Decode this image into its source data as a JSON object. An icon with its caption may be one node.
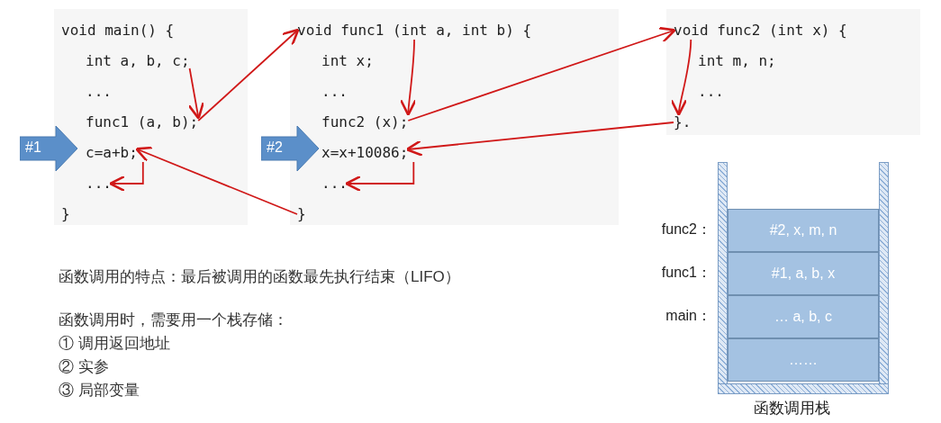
{
  "diagram": {
    "nodes": [
      {
        "text": [],
        "shape": "box"
      },
      {
        "text": [
          "void main() {"
        ],
        "in": 0
      },
      {
        "text": [
          "int a, b, c;"
        ],
        "in": 0
      },
      {
        "text": [
          "..."
        ],
        "in": 0
      },
      {
        "text": [
          "func1 (a, b);"
        ],
        "in": 0
      },
      {
        "text": [
          "c=a+b;"
        ],
        "in": 0
      },
      {
        "text": [
          "..."
        ],
        "in": 0
      },
      {
        "text": [
          "}"
        ],
        "in": 0
      },
      {
        "text": [
          "#1"
        ]
      },
      {
        "text": [],
        "shape": "box"
      },
      {
        "text": [
          "void func1 (int a, int b) {"
        ],
        "in": 9
      },
      {
        "text": [
          "int x;"
        ],
        "in": 9
      },
      {
        "text": [
          "..."
        ],
        "in": 9
      },
      {
        "text": [
          "func2 (x);"
        ],
        "in": 9
      },
      {
        "text": [
          "x=x+10086;"
        ],
        "in": 9
      },
      {
        "text": [
          "..."
        ],
        "in": 9
      },
      {
        "text": [
          "}"
        ],
        "in": 9
      },
      {
        "text": [
          "#2"
        ]
      },
      {
        "text": [],
        "shape": "box"
      },
      {
        "text": [
          "void func2 (int x) {"
        ],
        "in": 18
      },
      {
        "text": [
          "int m, n;"
        ],
        "in": 18
      },
      {
        "text": [
          "..."
        ],
        "in": 18
      },
      {
        "text": [
          "}."
        ],
        "in": 18
      },
      {
        "text": [],
        "shape": "box",
        "beside": [
          "函数调用栈"
        ]
      },
      {
        "text": [
          "#2, x, m, n"
        ],
        "in": 23,
        "beside": [
          "func2："
        ]
      },
      {
        "text": [
          "#1, a, b, x"
        ],
        "in": 23,
        "beside": [
          "func1："
        ]
      },
      {
        "text": [
          "… a, b, c"
        ],
        "in": 23,
        "beside": [
          "main："
        ]
      },
      {
        "text": [
          "……"
        ],
        "in": 23
      }
    ],
    "edges": [
      {
        "from": 2,
        "to": 4,
        "arrow": "to",
        "color": "#d01818"
      },
      {
        "from": 4,
        "to": 10,
        "arrow": "to",
        "color": "#d01818"
      },
      {
        "from": 16,
        "to": 5,
        "arrow": "to",
        "color": "#d01818"
      },
      {
        "from": 5,
        "to": 6,
        "arrow": "to",
        "color": "#d01818"
      },
      {
        "from": 10,
        "to": 13,
        "arrow": "to",
        "color": "#d01818"
      },
      {
        "from": 13,
        "to": 19,
        "arrow": "to",
        "color": "#d01818"
      },
      {
        "from": 22,
        "to": 14,
        "arrow": "to",
        "color": "#d01818"
      },
      {
        "from": 14,
        "to": 15,
        "arrow": "to",
        "color": "#d01818"
      },
      {
        "from": 19,
        "to": 22,
        "arrow": "to",
        "color": "#d01818"
      }
    ],
    "labels": [
      "函数调用的特点：最后被调用的函数最先执行结束（LIFO）",
      "函数调用时，需要用一个栈存储：",
      "① 调用返回地址",
      "② 实参",
      "③ 局部变量"
    ]
  }
}
